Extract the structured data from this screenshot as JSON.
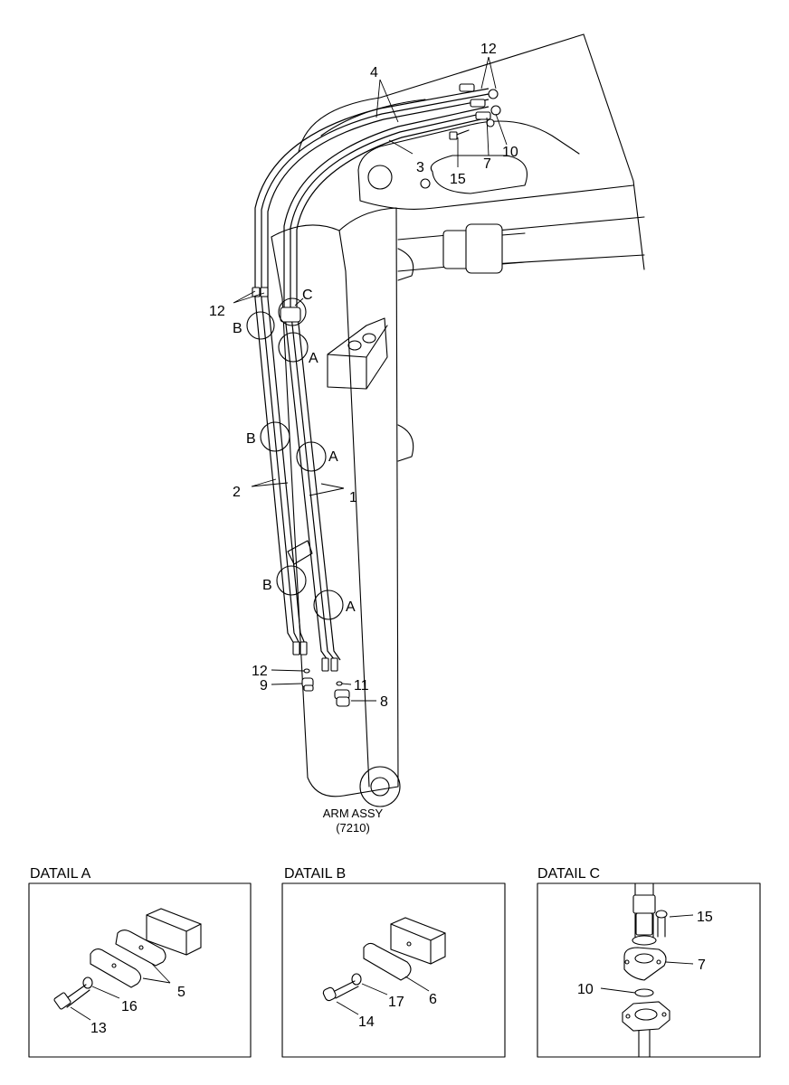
{
  "main_view": {
    "caption_line1": "ARM ASSY",
    "caption_line2": "(7210)",
    "callouts": {
      "c12_top": "12",
      "c4": "4",
      "c3": "3",
      "c15_top": "15",
      "c7_top": "7",
      "c10_top": "10",
      "c12_left": "12",
      "cC": "C",
      "cB1": "B",
      "cA1": "A",
      "cB2": "B",
      "cA2": "A",
      "c2": "2",
      "c1": "1",
      "cB3": "B",
      "cA3": "A",
      "c12_bottom": "12",
      "c9": "9",
      "c11": "11",
      "c8": "8"
    }
  },
  "details": [
    {
      "title": "DATAIL A",
      "callouts": {
        "c5": "5",
        "c16": "16",
        "c13": "13"
      }
    },
    {
      "title": "DATAIL B",
      "callouts": {
        "c6": "6",
        "c17": "17",
        "c14": "14"
      }
    },
    {
      "title": "DATAIL C",
      "callouts": {
        "c15": "15",
        "c7": "7",
        "c10": "10"
      }
    }
  ]
}
